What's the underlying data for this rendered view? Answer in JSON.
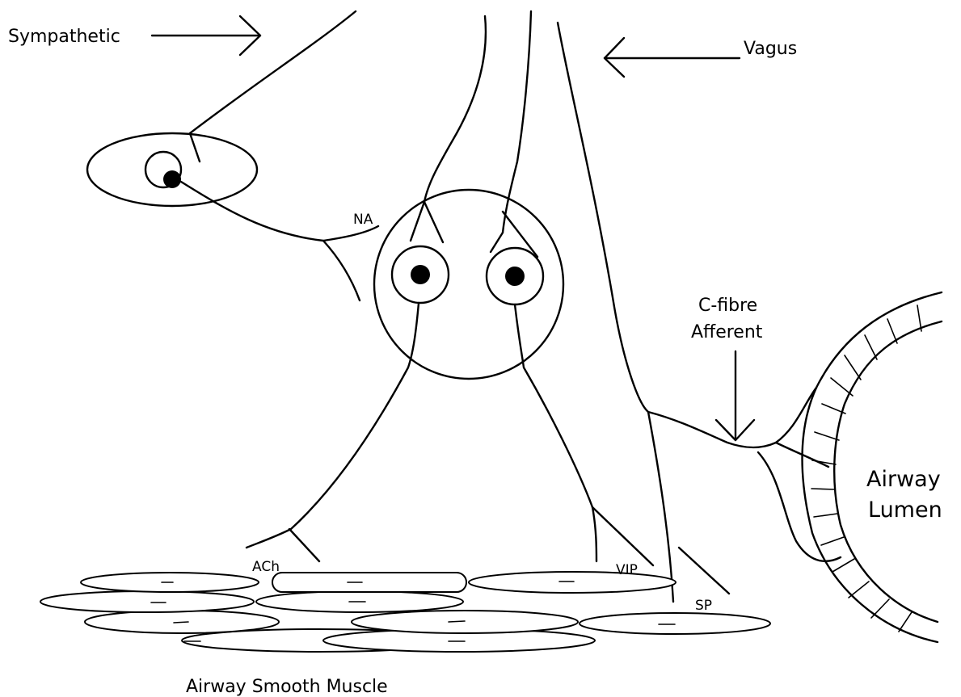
{
  "labels": {
    "sympathetic": "Sympathetic",
    "vagus": "Vagus",
    "na": "NA",
    "c_fibre_line1": "C-fibre",
    "c_fibre_line2": "Afferent",
    "airway_lumen_line1": "Airway",
    "airway_lumen_line2": "Lumen",
    "ach": "ACh",
    "vip": "VIP",
    "sp": "SP",
    "airway_smooth_muscle": "Airway Smooth Muscle"
  }
}
